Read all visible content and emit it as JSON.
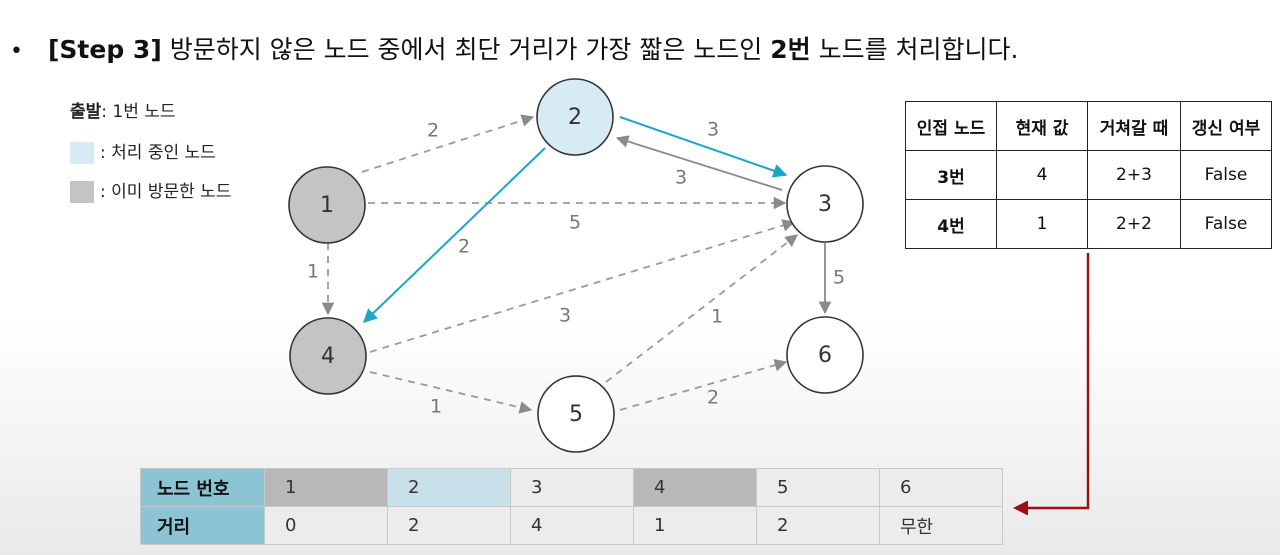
{
  "header": {
    "bullet": "•",
    "step": "[Step 3]",
    "text_before": " 방문하지 않은 노드 중에서 최단 거리가 가장 짧은 노드인 ",
    "node_bold": "2번",
    "text_after": " 노드를 처리합니다."
  },
  "legend": {
    "start_label": "출발",
    "start_value": ": 1번 노드",
    "processing_label": ": 처리 중인 노드",
    "visited_label": ": 이미 방문한 노드",
    "processing_color": "#d6ebf3",
    "visited_color": "#c4c4c4"
  },
  "colors": {
    "highlight_edge": "#1aa6c8",
    "dashed_edge": "#9a9a9a",
    "solid_edge": "#8a8a8a",
    "arrow_red": "#a01010",
    "node_visited": "#c4c4c4",
    "node_processing": "#d6ebf3",
    "node_default": "#ffffff"
  },
  "graph": {
    "nodes": [
      {
        "id": "1",
        "label": "1",
        "state": "visited"
      },
      {
        "id": "2",
        "label": "2",
        "state": "processing"
      },
      {
        "id": "3",
        "label": "3",
        "state": "default"
      },
      {
        "id": "4",
        "label": "4",
        "state": "visited"
      },
      {
        "id": "5",
        "label": "5",
        "state": "default"
      },
      {
        "id": "6",
        "label": "6",
        "state": "default"
      }
    ],
    "edges": [
      {
        "from": "1",
        "to": "2",
        "weight": "2",
        "style": "dashed"
      },
      {
        "from": "1",
        "to": "3",
        "weight": "5",
        "style": "dashed"
      },
      {
        "from": "1",
        "to": "4",
        "weight": "1",
        "style": "dashed"
      },
      {
        "from": "2",
        "to": "3",
        "weight": "3",
        "style": "highlight"
      },
      {
        "from": "3",
        "to": "2",
        "weight": "3",
        "style": "solid"
      },
      {
        "from": "2",
        "to": "4",
        "weight": "2",
        "style": "highlight"
      },
      {
        "from": "3",
        "to": "6",
        "weight": "5",
        "style": "solid"
      },
      {
        "from": "4",
        "to": "3",
        "weight": "3",
        "style": "dashed"
      },
      {
        "from": "4",
        "to": "5",
        "weight": "1",
        "style": "dashed"
      },
      {
        "from": "5",
        "to": "3",
        "weight": "1",
        "style": "dashed"
      },
      {
        "from": "5",
        "to": "6",
        "weight": "2",
        "style": "dashed"
      }
    ]
  },
  "adj_table": {
    "headers": [
      "인접 노드",
      "현재 값",
      "거쳐갈 때",
      "갱신 여부"
    ],
    "rows": [
      [
        "3번",
        "4",
        "2+3",
        "False"
      ],
      [
        "4번",
        "1",
        "2+2",
        "False"
      ]
    ]
  },
  "dist_table": {
    "row1_label": "노드 번호",
    "row2_label": "거리",
    "nodes": [
      "1",
      "2",
      "3",
      "4",
      "5",
      "6"
    ],
    "distances": [
      "0",
      "2",
      "4",
      "1",
      "2",
      "무한"
    ],
    "states": [
      "visited",
      "processing",
      "default",
      "visited",
      "default",
      "default"
    ]
  }
}
